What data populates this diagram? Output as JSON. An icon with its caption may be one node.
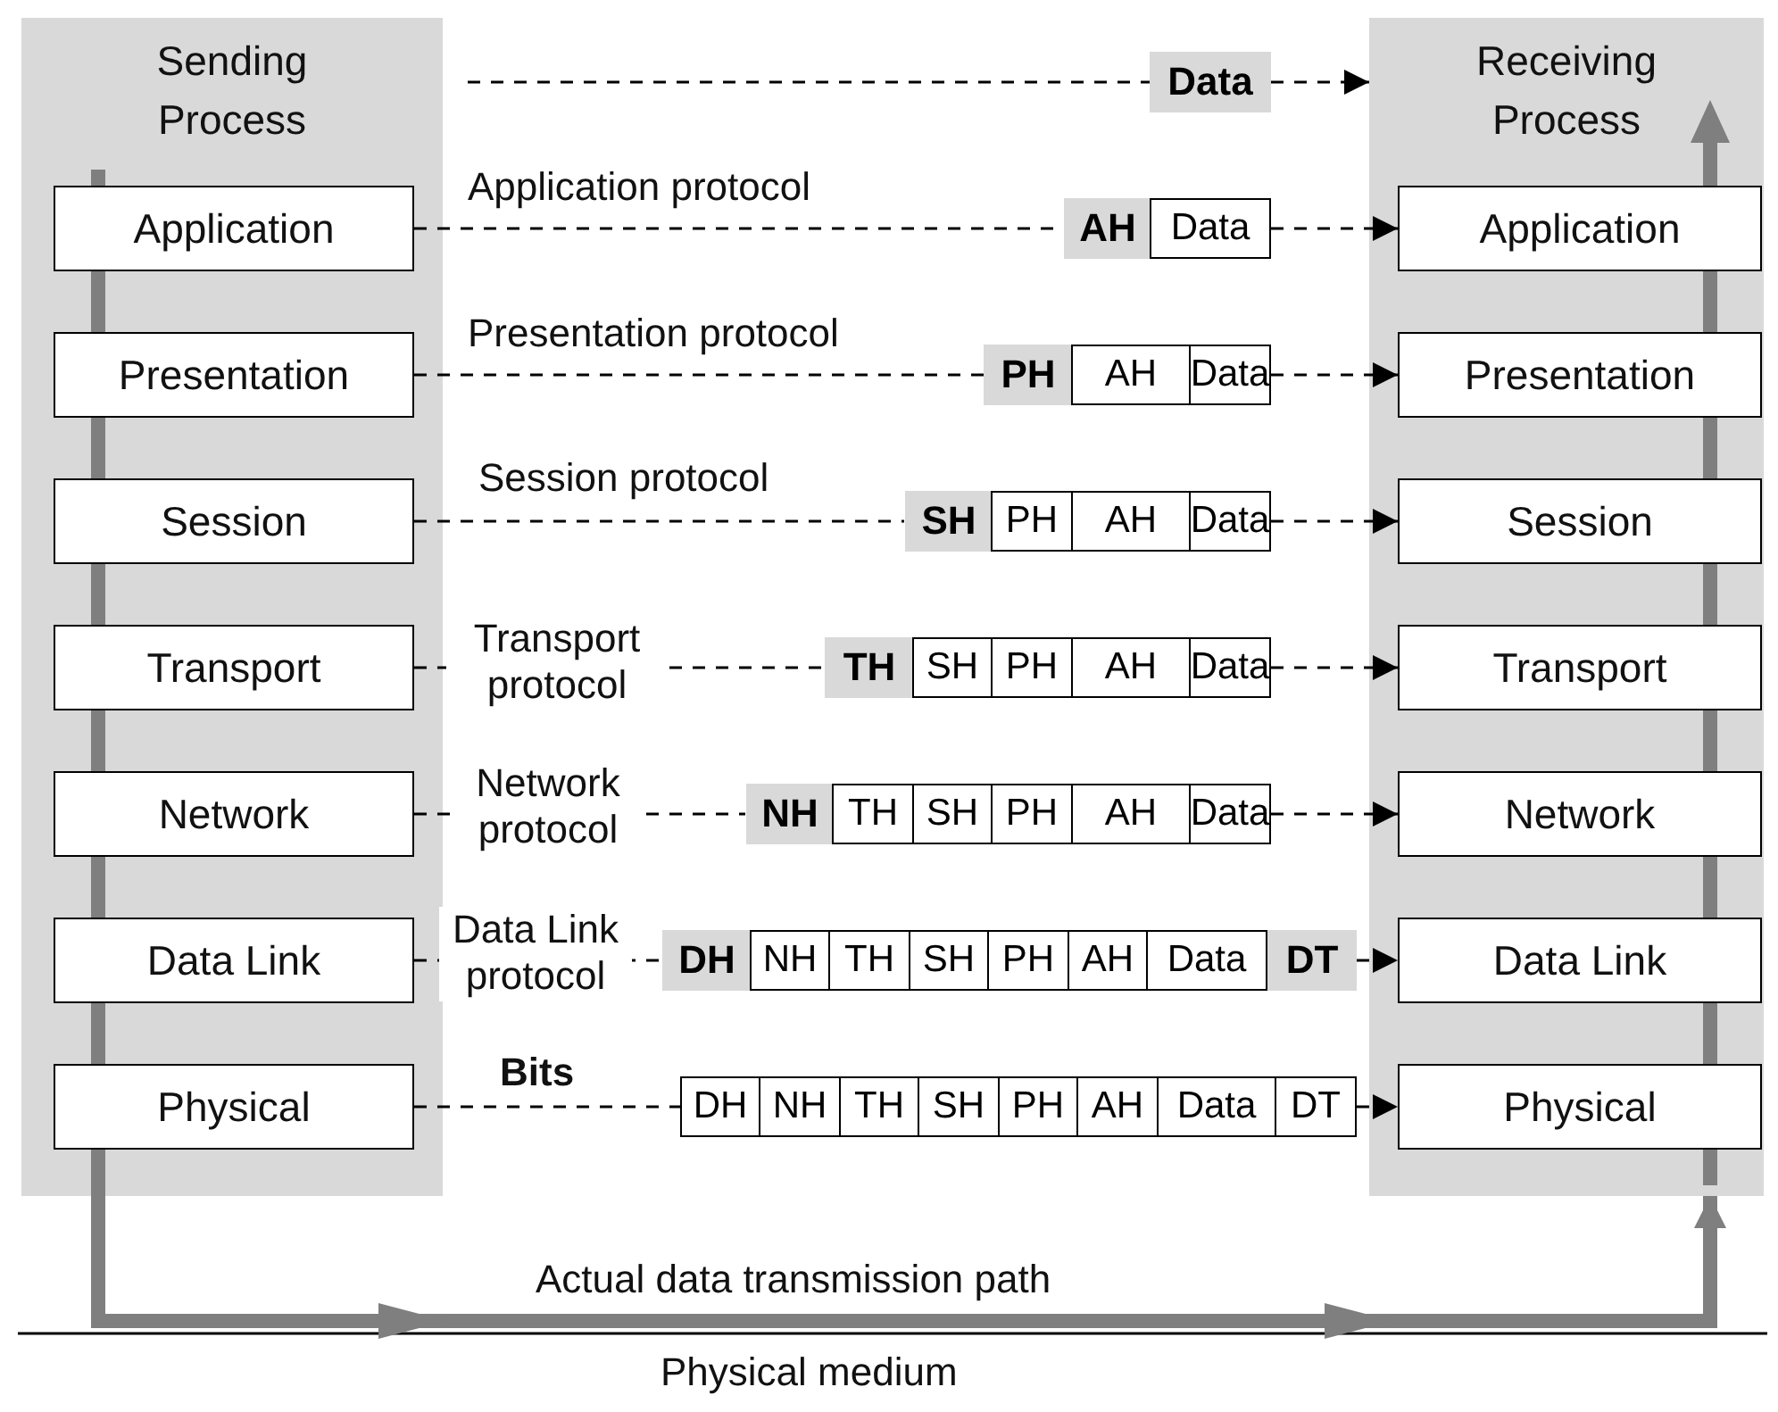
{
  "diagram": {
    "nodes": [
      {
        "text": [
          "Sending Process"
        ]
      },
      {
        "text": [
          "Application"
        ],
        "in": 0
      },
      {
        "text": [
          "Presentation"
        ],
        "in": 0
      },
      {
        "text": [
          "Session"
        ],
        "in": 0
      },
      {
        "text": [
          "Transport"
        ],
        "in": 0
      },
      {
        "text": [
          "Network"
        ],
        "in": 0
      },
      {
        "text": [
          "Data Link"
        ],
        "in": 0
      },
      {
        "text": [
          "Physical"
        ],
        "in": 0
      },
      {
        "text": [
          "Receiving Process"
        ]
      },
      {
        "text": [
          "Application"
        ],
        "in": 8
      },
      {
        "text": [
          "Presentation"
        ],
        "in": 8
      },
      {
        "text": [
          "Session"
        ],
        "in": 8
      },
      {
        "text": [
          "Transport"
        ],
        "in": 8
      },
      {
        "text": [
          "Network"
        ],
        "in": 8
      },
      {
        "text": [
          "Data Link"
        ],
        "in": 8
      },
      {
        "text": [
          "Physical"
        ],
        "in": 8
      },
      {
        "text": [
          "Data"
        ]
      },
      {
        "text": [
          "AH",
          "Data"
        ]
      },
      {
        "text": [
          "PH",
          "AH",
          "Data"
        ]
      },
      {
        "text": [
          "SH",
          "PH",
          "AH",
          "Data"
        ]
      },
      {
        "text": [
          "TH",
          "SH",
          "PH",
          "AH",
          "Data"
        ]
      },
      {
        "text": [
          "NH",
          "TH",
          "SH",
          "PH",
          "AH",
          "Data"
        ]
      },
      {
        "text": [
          "DH",
          "NH",
          "TH",
          "SH",
          "PH",
          "AH",
          "Data",
          "DT"
        ]
      },
      {
        "text": [
          "DH",
          "NH",
          "TH",
          "SH",
          "PH",
          "AH",
          "Data",
          "DT"
        ]
      }
    ],
    "edges": [
      {
        "from": null,
        "to": 16,
        "arrow": "none",
        "style": "dashed"
      },
      {
        "from": 16,
        "to": 8,
        "arrow": "to",
        "style": "dashed"
      },
      {
        "from": 1,
        "to": 17,
        "arrow": "none",
        "style": "dashed",
        "label": "Application protocol"
      },
      {
        "from": 17,
        "to": 9,
        "arrow": "to",
        "style": "dashed"
      },
      {
        "from": 2,
        "to": 18,
        "arrow": "none",
        "style": "dashed",
        "label": "Presentation protocol"
      },
      {
        "from": 18,
        "to": 10,
        "arrow": "to",
        "style": "dashed"
      },
      {
        "from": 3,
        "to": 19,
        "arrow": "none",
        "style": "dashed",
        "label": "Session protocol"
      },
      {
        "from": 19,
        "to": 11,
        "arrow": "to",
        "style": "dashed"
      },
      {
        "from": 4,
        "to": 20,
        "arrow": "none",
        "style": "dashed",
        "label": "Transport protocol"
      },
      {
        "from": 20,
        "to": 12,
        "arrow": "to",
        "style": "dashed"
      },
      {
        "from": 5,
        "to": 21,
        "arrow": "none",
        "style": "dashed",
        "label": "Network protocol"
      },
      {
        "from": 21,
        "to": 13,
        "arrow": "to",
        "style": "dashed"
      },
      {
        "from": 6,
        "to": 22,
        "arrow": "none",
        "style": "dashed",
        "label": "Data Link protocol"
      },
      {
        "from": 22,
        "to": 14,
        "arrow": "to",
        "style": "dashed"
      },
      {
        "from": 7,
        "to": 23,
        "arrow": "none",
        "style": "dashed",
        "label": "Bits"
      },
      {
        "from": 23,
        "to": 15,
        "arrow": "to",
        "style": "dashed"
      },
      {
        "from": 0,
        "to": 8,
        "arrow": "to",
        "style": "thick",
        "color": "#7f7f7f",
        "label": "Actual data transmission path"
      }
    ],
    "labels": [
      "Physical medium"
    ]
  }
}
